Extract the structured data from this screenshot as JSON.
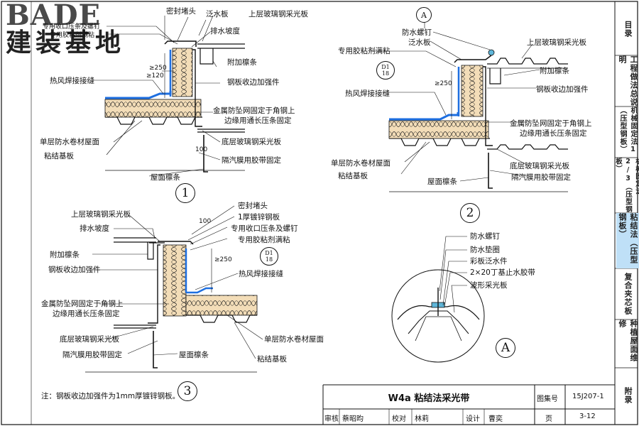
{
  "brand": {
    "logo_en": "BADE",
    "logo_cn": "建装基地"
  },
  "side_tabs": [
    {
      "label": "目录",
      "active": false
    },
    {
      "label": "工程做法总说明",
      "active": false
    },
    {
      "label": "机械固定法1（压型钢板）",
      "active": false
    },
    {
      "label": "机械固定法2/3（压型钢板）",
      "active": false
    },
    {
      "label": "粘结法（压型钢板）",
      "active": true
    },
    {
      "label": "复合夹芯板",
      "active": false
    },
    {
      "label": "种植屋面维修",
      "active": false
    },
    {
      "label": "附录",
      "active": false
    }
  ],
  "detail1": {
    "number": "1",
    "labels": {
      "top_seal": "密封堵头",
      "flashing": "泛水板",
      "upper_panel": "上层玻璃钢采光板",
      "drain_slope": "排水坡度",
      "edge_clamp": "专用收口压条及螺钉",
      "sealant": "专用胶粘剂满粘",
      "add_purlin": "附加檩条",
      "h250": "≥250",
      "w120": "≥120",
      "weld": "热风焊接接缝",
      "stiffener": "钢板收边加强件",
      "mesh": "金属防坠网固定于角钢上",
      "mesh2": "边缘用通长压条固定",
      "membrane": "单层防水卷材屋面",
      "bottom_panel": "底层玻璃钢采光板",
      "substrate": "粘结基板",
      "dim100": "100",
      "purlin": "屋面檩条",
      "vapor": "隔汽膜用胶带固定"
    }
  },
  "detail2": {
    "number": "2",
    "ref_a": "A",
    "ref_d1": "D1",
    "ref_d18": "18",
    "labels": {
      "screw": "防水螺钉",
      "flashing": "泛水板",
      "sealant": "专用胶粘剂满粘",
      "upper_panel": "上层玻璃钢采光板",
      "add_purlin": "附加檩条",
      "h250": "≥250",
      "weld": "热风焊接接缝",
      "stiffener": "钢板收边加强件",
      "mesh": "金属防坠网固定于角钢上",
      "mesh2": "边缘用通长压条固定",
      "membrane": "单层防水卷材屋面",
      "substrate": "粘结基板",
      "bottom_panel": "底层玻璃钢采光板",
      "vapor": "隔汽膜用胶带固定",
      "purlin": "屋面檩条"
    }
  },
  "detail3": {
    "number": "3",
    "ref_d1": "D1",
    "ref_d18": "18",
    "labels": {
      "top_seal": "密封堵头",
      "upper_panel": "上层玻璃钢采光板",
      "galv": "1厚镀锌钢板",
      "drain_slope": "排水坡度",
      "edge_clamp": "专用收口压条及螺钉",
      "dim100": "100",
      "sealant": "专用胶粘剂满粘",
      "add_purlin": "附加檩条",
      "h250": "≥250",
      "stiffener": "钢板收边加强件",
      "weld": "热风焊接接缝",
      "mesh": "金属防坠网固定于角钢上",
      "mesh2": "边缘用通长压条固定",
      "bottom_panel": "底层玻璃钢采光板",
      "membrane": "单层防水卷材屋面",
      "vapor": "隔汽膜用胶带固定",
      "purlin": "屋面檩条",
      "substrate": "粘结基板"
    }
  },
  "detailA": {
    "letter": "A",
    "labels": {
      "screw": "防水螺钉",
      "washer": "防水垫圈",
      "flashing": "彩板泛水件",
      "tape": "2×20丁基止水胶带",
      "panel": "波形采光板"
    }
  },
  "note": "注：钢板收边加强件为1mm厚镀锌钢板。",
  "title_block": {
    "title": "W4a  粘结法采光带",
    "atlas_label": "图集号",
    "atlas_no": "15J207-1",
    "review_label": "审核",
    "reviewer": "蔡昭昀",
    "check_label": "校对",
    "checker": "林莉",
    "design_label": "设计",
    "designer": "曹奕",
    "page_label": "页",
    "page_no": "3-12"
  },
  "colors": {
    "membrane_blue": "#1e6fe0",
    "insulation": "#f1d9b3",
    "tab_active": "#bfe0f7",
    "panel_cyan": "#5fb6d9"
  }
}
